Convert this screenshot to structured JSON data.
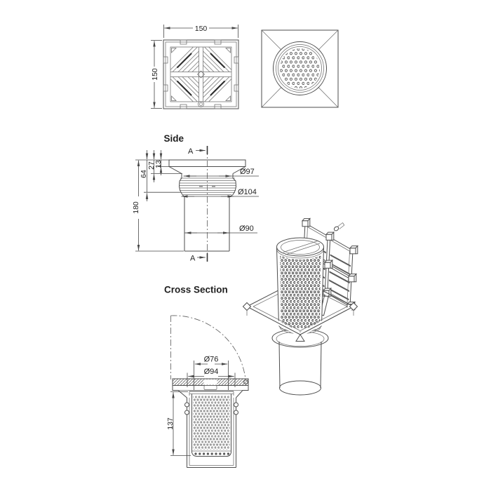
{
  "colors": {
    "line": "#4d4d4d",
    "text": "#1f1f1f",
    "background": "#ffffff"
  },
  "top_view": {
    "dim_width": "150",
    "dim_height": "150"
  },
  "side_view": {
    "title": "Side",
    "section_top": "A",
    "section_bottom": "A",
    "dims": {
      "plate_thickness": "13",
      "taper_depth": "27",
      "collar_depth": "64",
      "total_height": "180",
      "dia_neck": "Ø97",
      "dia_collar": "Ø104",
      "dia_pipe": "Ø90"
    }
  },
  "cross_section": {
    "title": "Cross Section",
    "dims": {
      "dia_basket_inner": "Ø76",
      "dia_opening": "Ø94",
      "basket_depth": "137"
    }
  }
}
